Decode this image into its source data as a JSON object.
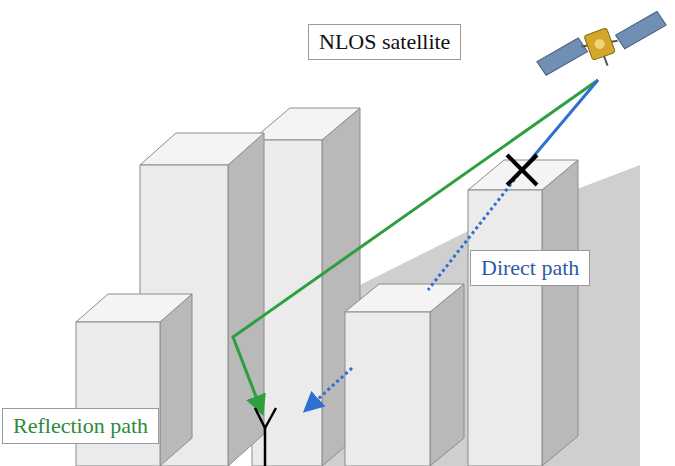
{
  "diagram": {
    "nodes": [
      {
        "text": [
          "NLOS satellite"
        ]
      },
      {
        "text": [
          "Direct path"
        ]
      },
      {
        "text": [
          "Reflection path"
        ]
      }
    ]
  }
}
